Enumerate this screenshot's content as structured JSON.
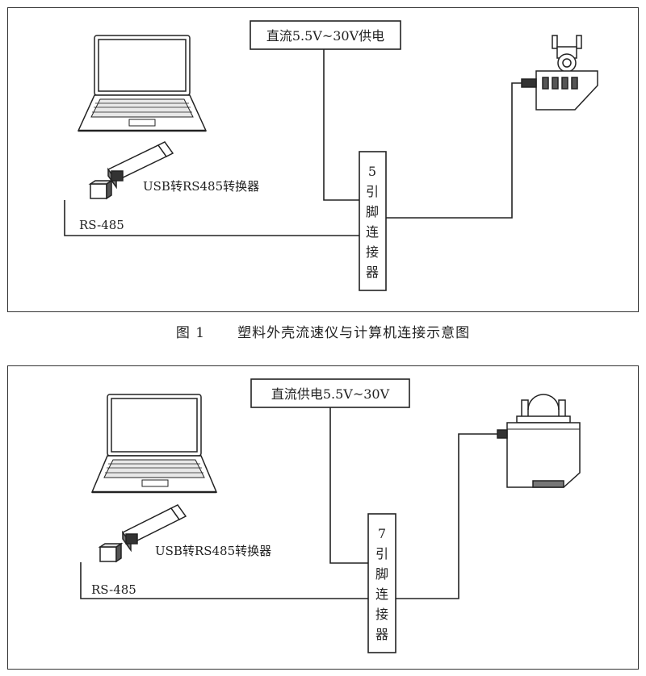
{
  "figure1": {
    "power_label": "直流5.5V~30V供电",
    "converter_label": "USB转RS485转换器",
    "bus_label": "RS-485",
    "connector_chars": [
      "5",
      "引",
      "脚",
      "连",
      "接",
      "器"
    ]
  },
  "caption": {
    "figure_number": "图  1",
    "text": "塑料外壳流速仪与计算机连接示意图"
  },
  "figure2": {
    "power_label": "直流供电5.5V~30V",
    "converter_label": "USB转RS485转换器",
    "bus_label": "RS-485",
    "connector_chars": [
      "7",
      "引",
      "脚",
      "连",
      "接",
      "器"
    ]
  },
  "icons": {
    "laptop": "laptop-icon",
    "usb_adapter": "usb-rs485-adapter-icon",
    "plug": "rs485-plug-icon",
    "sensor": "flow-meter-sensor-icon"
  }
}
